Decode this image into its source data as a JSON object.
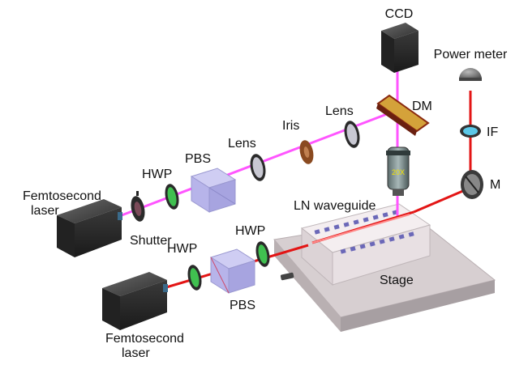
{
  "labels": {
    "ccd": "CCD",
    "power_meter": "Power meter",
    "dm": "DM",
    "if": "IF",
    "m": "M",
    "lens_right": "Lens",
    "iris": "Iris",
    "lens_left": "Lens",
    "pbs_top": "PBS",
    "hwp_top": "HWP",
    "laser_top_line1": "Femtosecond",
    "laser_top_line2": "laser",
    "shutter": "Shutter",
    "objective": "20X",
    "ln_waveguide": "LN waveguide",
    "hwp_bottom_left": "HWP",
    "hwp_bottom_right": "HWP",
    "pbs_bottom": "PBS",
    "stage": "Stage",
    "laser_bottom_line1": "Femtosecond",
    "laser_bottom_line2": "laser"
  },
  "colors": {
    "pink_beam": "#ff55ff",
    "red_beam": "#e31515",
    "hwp_green": "#40c050",
    "pbs_blue": "#b7b4ea",
    "if_cyan": "#5cc8e8",
    "dm_gold": "#d4a23a",
    "box_dark": "#2b2b2b"
  }
}
